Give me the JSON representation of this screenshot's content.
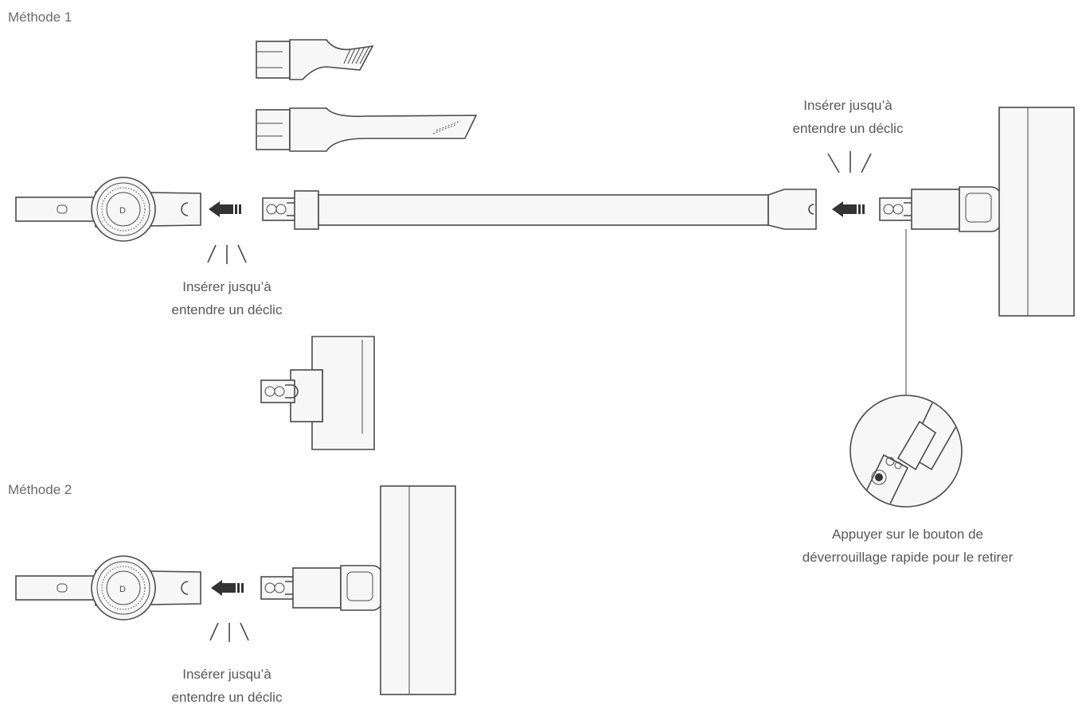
{
  "method1": {
    "title": "Méthode 1"
  },
  "method2": {
    "title": "Méthode 2"
  },
  "callouts": {
    "click_line1": "Insérer jusqu’à",
    "click_line2": "entendre un déclic",
    "release_line1": "Appuyer sur le bouton de",
    "release_line2": "déverrouillage rapide pour le retirer"
  },
  "colors": {
    "line": "#4a4a4a",
    "fill": "#f7f7f7",
    "arrow": "#333333",
    "text": "#595757"
  }
}
